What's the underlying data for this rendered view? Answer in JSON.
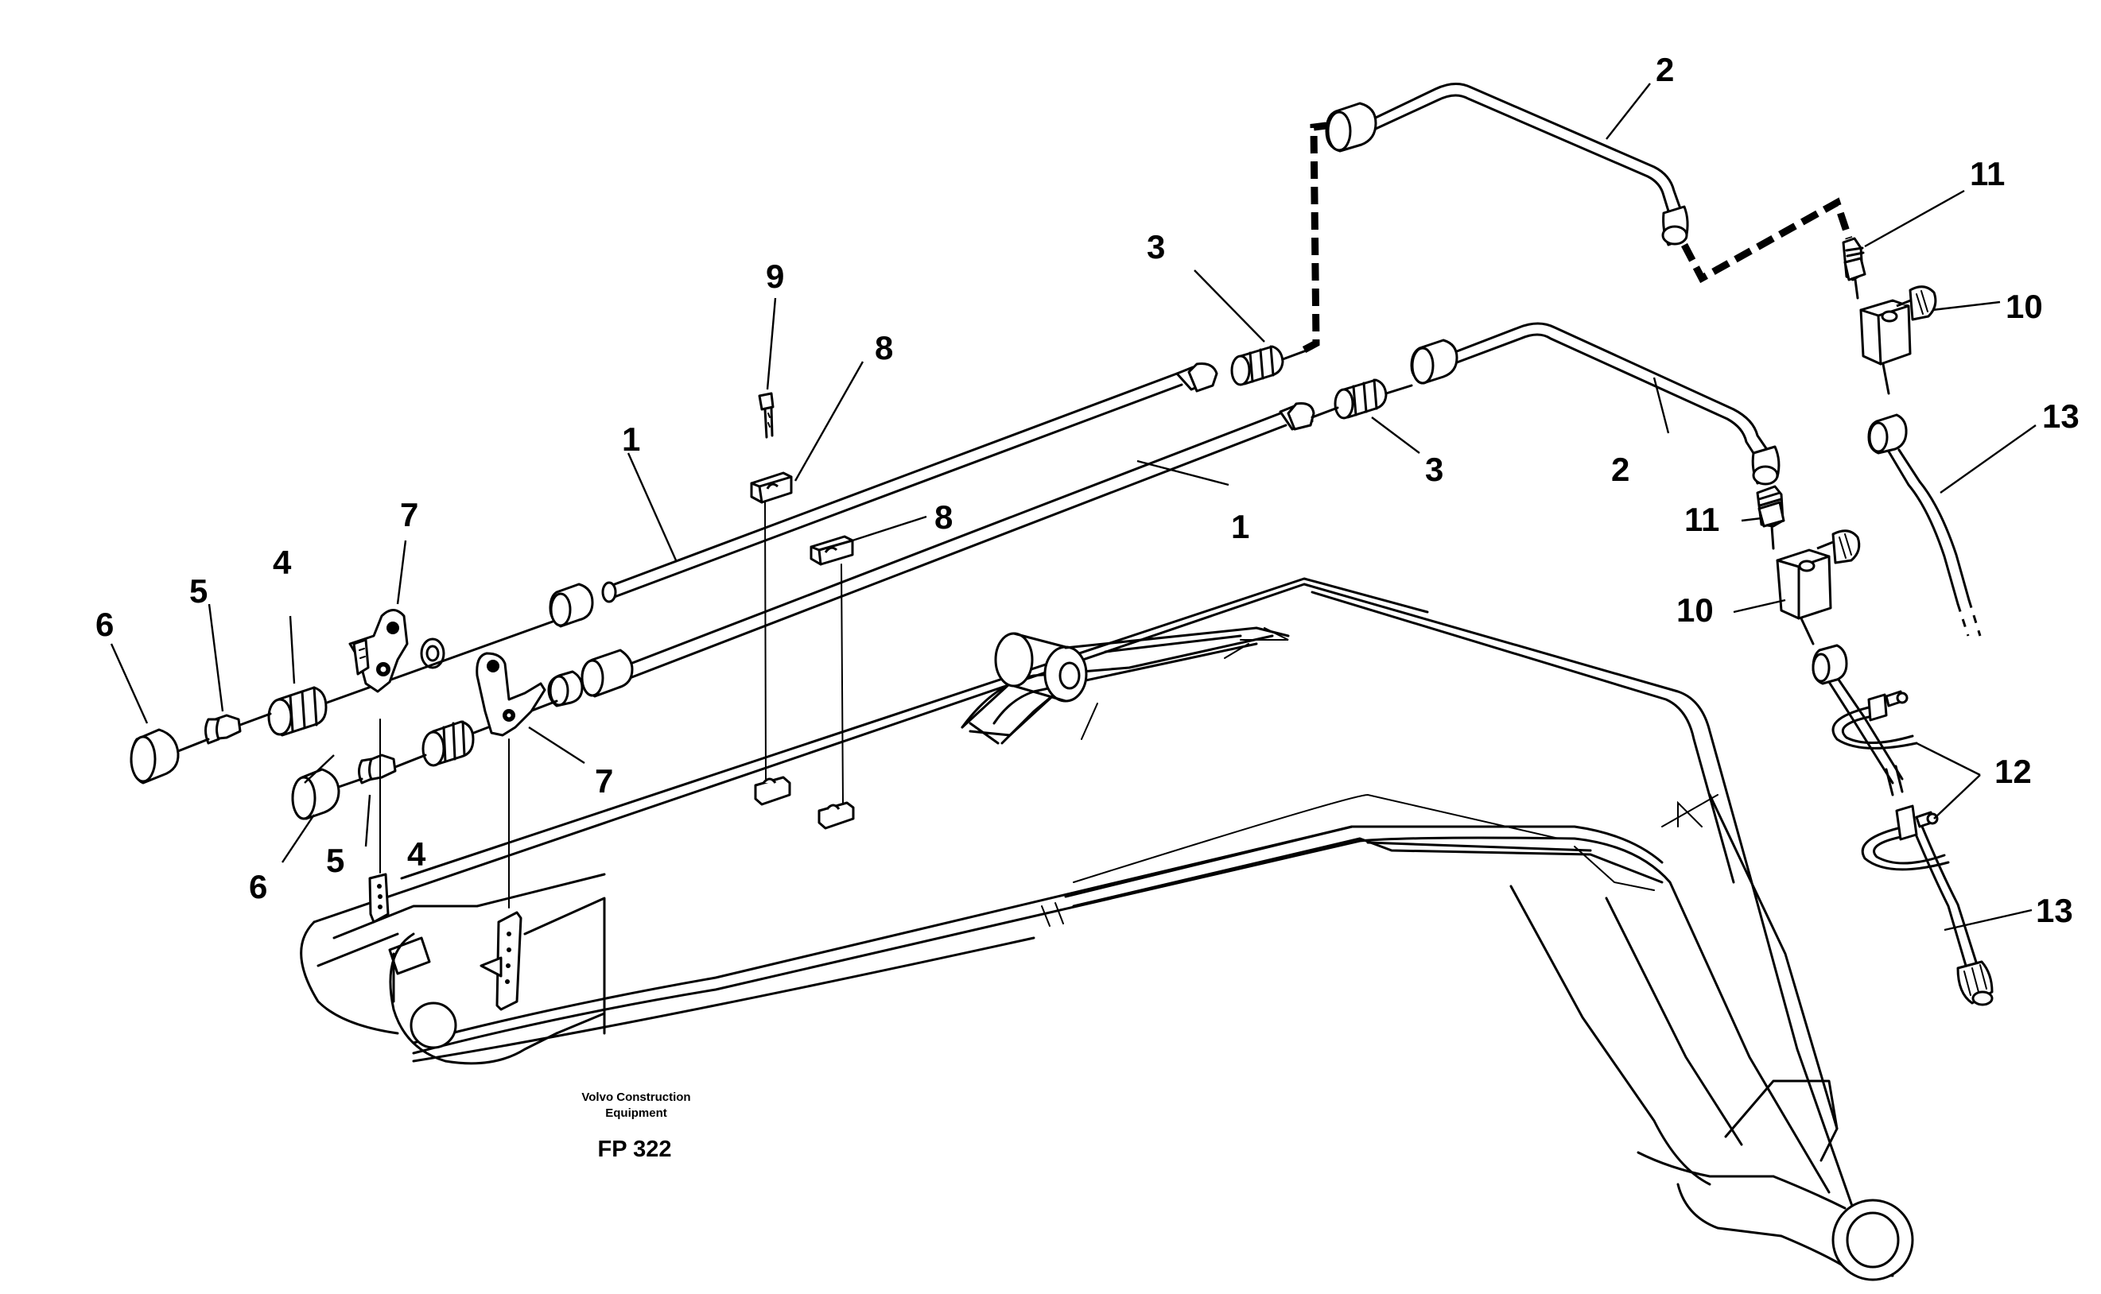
{
  "diagram": {
    "labels": {
      "l1a": "1",
      "l1b": "1",
      "l2a": "2",
      "l2b": "2",
      "l3a": "3",
      "l3b": "3",
      "l4a": "4",
      "l4b": "4",
      "l5a": "5",
      "l5b": "5",
      "l6a": "6",
      "l6b": "6",
      "l7a": "7",
      "l7b": "7",
      "l8a": "8",
      "l8b": "8",
      "l9": "9",
      "l10a": "10",
      "l10b": "10",
      "l11a": "11",
      "l11b": "11",
      "l12": "12",
      "l13a": "13",
      "l13b": "13"
    },
    "caption": {
      "maker_line1": "Volvo Construction",
      "maker_line2": "Equipment",
      "code": "FP 322"
    }
  }
}
